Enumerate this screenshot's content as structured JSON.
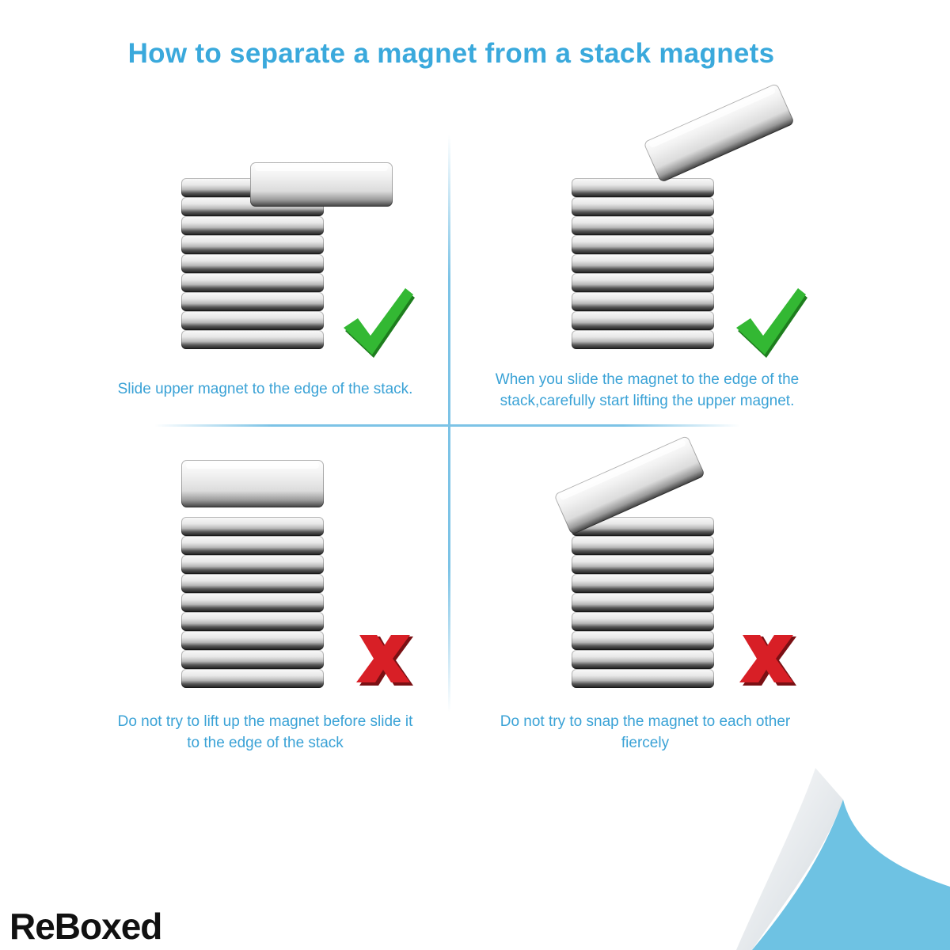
{
  "title": "How to separate a magnet from a stack magnets",
  "panels": [
    {
      "caption_lines": [
        "Slide upper magnet to the edge of the stack."
      ],
      "verdict": "correct",
      "mark_icon": "green-check-icon"
    },
    {
      "caption_lines": [
        "When you slide the magnet to the edge of the",
        "stack,carefully start lifting the upper magnet."
      ],
      "verdict": "correct",
      "mark_icon": "green-check-icon"
    },
    {
      "caption_lines": [
        "Do not try to lift up the magnet before slide it",
        "to the edge of the stack"
      ],
      "verdict": "incorrect",
      "mark_icon": "red-x-icon"
    },
    {
      "caption_lines": [
        "Do not try to snap the magnet to each other",
        "fiercely"
      ],
      "verdict": "incorrect",
      "mark_icon": "red-x-icon"
    }
  ],
  "brand": {
    "logo_text": "ReBoxed"
  },
  "colors": {
    "accent": "#3aa9dc",
    "check": "#2fae2f",
    "cross": "#d81f26"
  }
}
